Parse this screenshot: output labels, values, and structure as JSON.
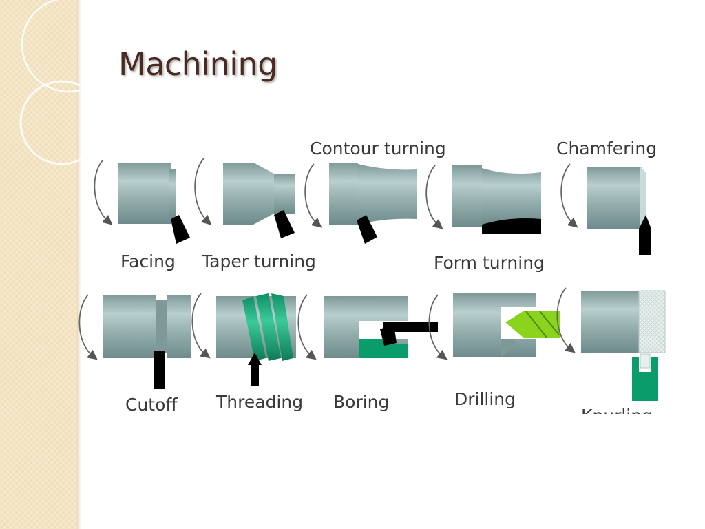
{
  "slide": {
    "title": "Machining"
  },
  "operations": [
    {
      "id": "facing",
      "label": "Facing"
    },
    {
      "id": "taper-turning",
      "label": "Taper turning"
    },
    {
      "id": "contour-turning",
      "label": "Contour turning"
    },
    {
      "id": "form-turning",
      "label": "Form turning"
    },
    {
      "id": "chamfering",
      "label": "Chamfering"
    },
    {
      "id": "cutoff",
      "label": "Cutoff"
    },
    {
      "id": "threading",
      "label": "Threading"
    },
    {
      "id": "boring",
      "label": "Boring"
    },
    {
      "id": "drilling",
      "label": "Drilling"
    },
    {
      "id": "knurling",
      "label": "Knurling"
    }
  ],
  "colors": {
    "workpiece": "#96aeae",
    "tool": "#000000",
    "green_tool": "#1aa87a",
    "drill": "#8bd41e",
    "title": "#4a2a20",
    "side_panel": "#f4e4c3"
  }
}
